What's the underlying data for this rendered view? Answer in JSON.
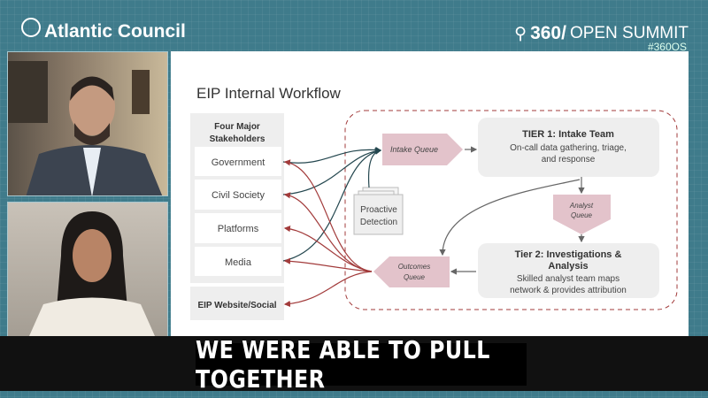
{
  "header": {
    "brand": "Atlantic Council",
    "summit_num": "360/",
    "summit_name": "OPEN SUMMIT",
    "hashtag": "#360OS"
  },
  "slide": {
    "title": "EIP Internal Workflow",
    "stakeholders_header": [
      "Four Major",
      "Stakeholders"
    ],
    "stakeholders": [
      "Government",
      "Civil Society",
      "Platforms",
      "Media"
    ],
    "website": "EIP Website/Social",
    "intake_queue": "Intake Queue",
    "tier1": {
      "title": "TIER 1: Intake Team",
      "desc": [
        "On-call data gathering, triage,",
        "and response"
      ]
    },
    "proactive": [
      "Proactive",
      "Detection"
    ],
    "analyst_queue": [
      "Analyst",
      "Queue"
    ],
    "tier2": {
      "title": [
        "Tier 2: Investigations &",
        "Analysis"
      ],
      "desc": [
        "Skilled analyst team maps",
        "network & provides attribution"
      ]
    },
    "outcomes_queue": [
      "Outcomes",
      "Queue"
    ]
  },
  "caption": "WE WERE ABLE TO PULL TOGETHER",
  "colors": {
    "bg": "#3f7b8b",
    "queue": "#e3c3cb",
    "red": "#a23b3b",
    "teal": "#24474f"
  }
}
